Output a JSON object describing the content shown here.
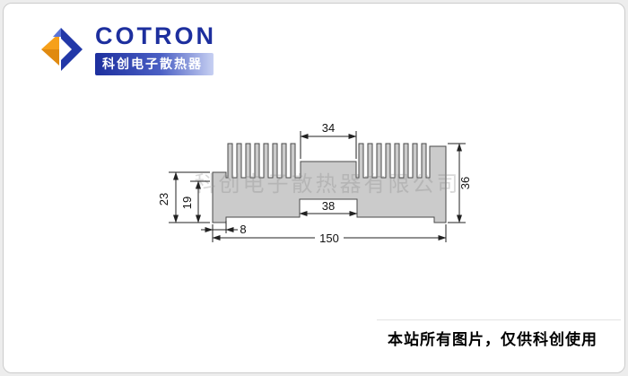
{
  "brand": {
    "name": "COTRON",
    "tagline": "科创电子散热器",
    "blue": "#1d2f9e",
    "orange": "#f6a01a"
  },
  "watermark": {
    "text": "科创电子散热器有限公司"
  },
  "caption": {
    "text": "本站所有图片，仅供科创使用"
  },
  "drawing": {
    "type": "heatsink-extrusion-cross-section",
    "fill_color": "#cbcbcb",
    "outline_color": "#4a4a4a",
    "dims": {
      "fin_span_top": "34",
      "channel_width": "38",
      "overall_width": "150",
      "foot_width": "8",
      "left_height": "23",
      "inner_height": "19",
      "overall_height": "36"
    }
  }
}
